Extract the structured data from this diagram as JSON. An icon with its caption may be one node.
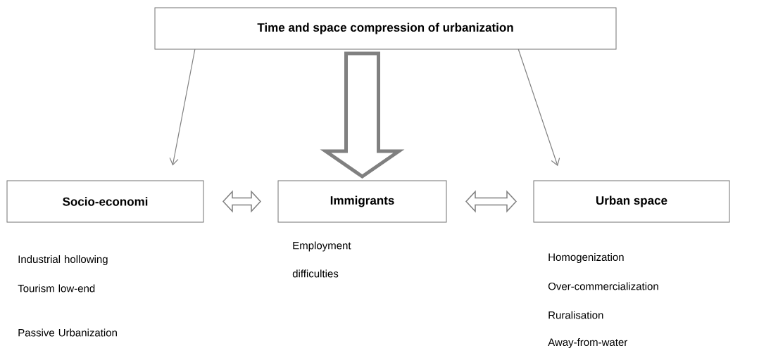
{
  "diagram": {
    "nodes": [
      {
        "text": [
          "Time and space compression of urbanization"
        ]
      },
      {
        "text": [
          "Socio-economi"
        ],
        "beside": [
          "Industrial hollowing",
          "Tourism low-end",
          "Passive Urbanization"
        ]
      },
      {
        "text": [
          "Immigrants"
        ],
        "beside": [
          "Employment difficulties"
        ]
      },
      {
        "text": [
          "Urban space"
        ],
        "beside": [
          "Homogenization",
          "Over-commercialization",
          "Ruralisation",
          "Away-from-water"
        ]
      }
    ],
    "edges": [
      {
        "from": 0,
        "to": 1,
        "arrow": "to"
      },
      {
        "from": 0,
        "to": 2,
        "arrow": "to",
        "style": "thick"
      },
      {
        "from": 0,
        "to": 3,
        "arrow": "to"
      },
      {
        "from": 1,
        "to": 2,
        "arrow": "both",
        "style": "thick"
      },
      {
        "from": 2,
        "to": 3,
        "arrow": "both",
        "style": "thick"
      }
    ]
  }
}
